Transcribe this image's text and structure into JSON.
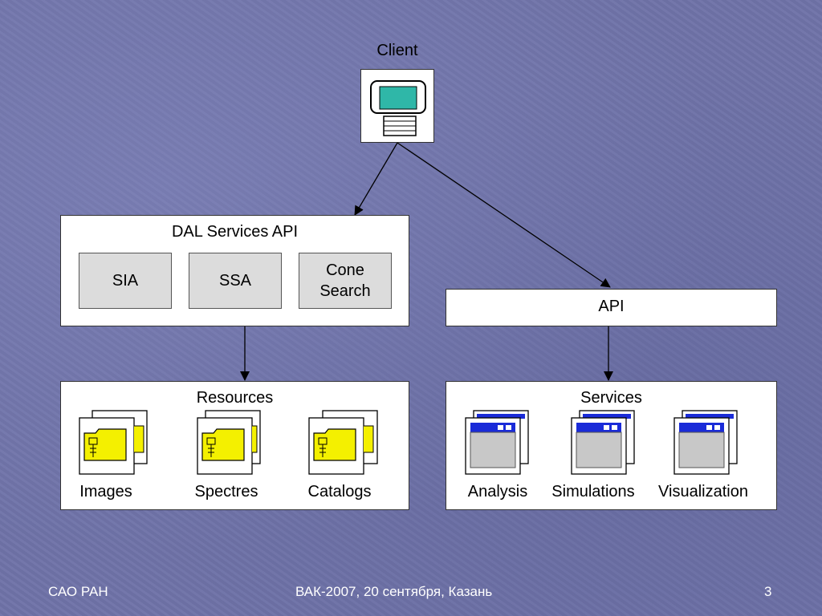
{
  "client": {
    "label": "Client"
  },
  "dal": {
    "title": "DAL Services API",
    "boxes": [
      "SIA",
      "SSA",
      "Cone Search"
    ]
  },
  "api": {
    "label": "API"
  },
  "resources": {
    "title": "Resources",
    "items": [
      "Images",
      "Spectres",
      "Catalogs"
    ]
  },
  "services": {
    "title": "Services",
    "items": [
      "Analysis",
      "Simulations",
      "Visualization"
    ]
  },
  "footer": {
    "left": "САО РАН",
    "center": "ВАК-2007, 20 сентября, Казань",
    "right": "3"
  }
}
